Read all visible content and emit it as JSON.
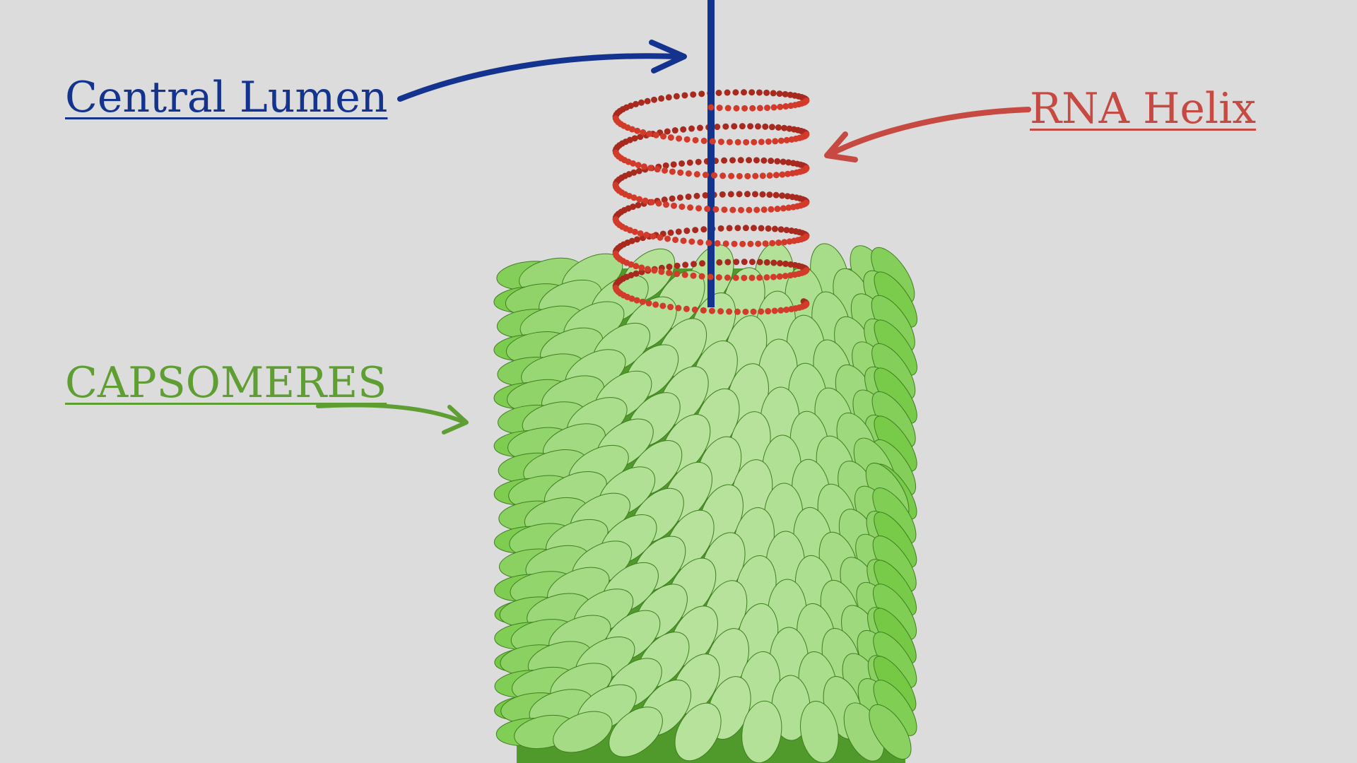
{
  "labels": {
    "central_lumen": "Central Lumen",
    "rna_helix": "RNA Helix",
    "capsomeres": "CAPSOMERES"
  },
  "colors": {
    "background": "#dcdcdc",
    "lumen": "#13338f",
    "rna": "#c64a42",
    "capsomere": "#5e9e32"
  }
}
